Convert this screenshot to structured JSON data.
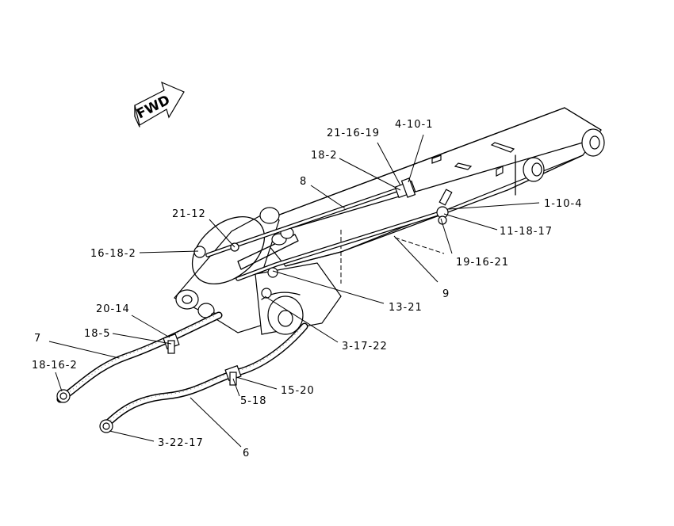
{
  "fwd_label": "FWD",
  "callouts": {
    "c_21_16_19": "21-16-19",
    "c_4_10_1": "4-10-1",
    "c_18_2": "18-2",
    "c_8": "8",
    "c_1_10_4": "1-10-4",
    "c_11_18_17": "11-18-17",
    "c_19_16_21": "19-16-21",
    "c_9": "9",
    "c_21_12": "21-12",
    "c_16_18_2": "16-18-2",
    "c_13_21": "13-21",
    "c_3_17_22": "3-17-22",
    "c_20_14": "20-14",
    "c_18_5": "18-5",
    "c_7": "7",
    "c_18_16_2": "18-16-2",
    "c_15_20": "15-20",
    "c_5_18": "5-18",
    "c_3_22_17": "3-22-17",
    "c_6": "6"
  }
}
